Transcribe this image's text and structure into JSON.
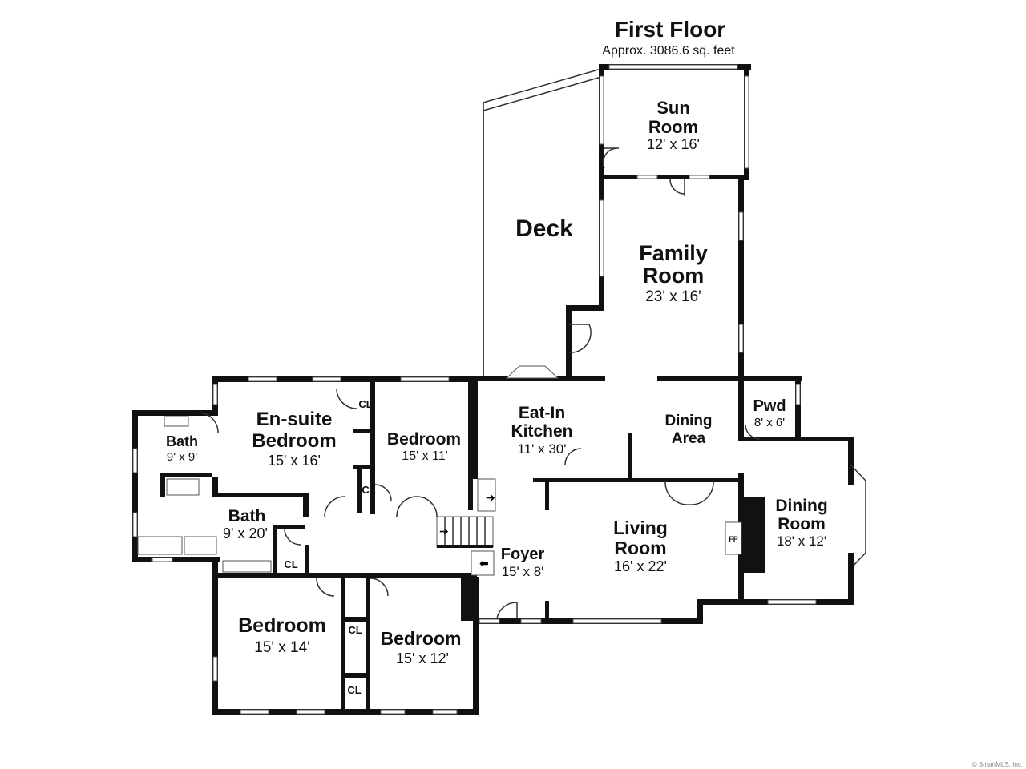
{
  "title": "First Floor",
  "subtitle": "Approx. 3086.6 sq. feet",
  "credit": "© SmartMLS, Inc.",
  "rooms": {
    "sun_room": {
      "name1": "Sun",
      "name2": "Room",
      "dims": "12' x 16'"
    },
    "deck": {
      "name": "Deck"
    },
    "family_room": {
      "name1": "Family",
      "name2": "Room",
      "dims": "23' x 16'"
    },
    "ensuite": {
      "name1": "En-suite",
      "name2": "Bedroom",
      "dims": "15' x 16'"
    },
    "bedroom_a": {
      "name": "Bedroom",
      "dims": "15' x 11'"
    },
    "kitchen": {
      "name1": "Eat-In",
      "name2": "Kitchen",
      "dims": "11' x 30'"
    },
    "dining_area": {
      "name1": "Dining",
      "name2": "Area"
    },
    "pwd": {
      "name": "Pwd",
      "dims": "8' x 6'"
    },
    "bath_a": {
      "name": "Bath",
      "dims": "9' x 9'"
    },
    "bath_b": {
      "name": "Bath",
      "dims": "9' x 20'"
    },
    "dining_room": {
      "name1": "Dining",
      "name2": "Room",
      "dims": "18' x 12'"
    },
    "living_room": {
      "name1": "Living",
      "name2": "Room",
      "dims": "16' x 22'"
    },
    "foyer": {
      "name": "Foyer",
      "dims": "15' x 8'"
    },
    "bedroom_b": {
      "name": "Bedroom",
      "dims": "15' x 14'"
    },
    "bedroom_c": {
      "name": "Bedroom",
      "dims": "15' x 12'"
    }
  },
  "closet_label": "CL",
  "fireplace_label": "FP"
}
